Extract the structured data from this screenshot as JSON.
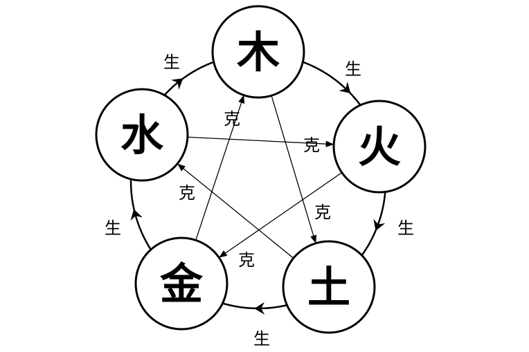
{
  "title": "Five Elements cycle",
  "elements": [
    {
      "id": "wood",
      "char": "木"
    },
    {
      "id": "fire",
      "char": "火"
    },
    {
      "id": "earth",
      "char": "土"
    },
    {
      "id": "metal",
      "char": "金"
    },
    {
      "id": "water",
      "char": "水"
    }
  ],
  "generating_label": "生",
  "overcoming_label": "克",
  "generating_cycle": [
    [
      "wood",
      "fire"
    ],
    [
      "fire",
      "earth"
    ],
    [
      "earth",
      "metal"
    ],
    [
      "metal",
      "water"
    ],
    [
      "water",
      "wood"
    ]
  ],
  "overcoming_cycle": [
    [
      "wood",
      "earth"
    ],
    [
      "earth",
      "water"
    ],
    [
      "water",
      "fire"
    ],
    [
      "fire",
      "metal"
    ],
    [
      "metal",
      "wood"
    ]
  ],
  "colors": {
    "stroke": "#000000",
    "fill": "#ffffff"
  }
}
